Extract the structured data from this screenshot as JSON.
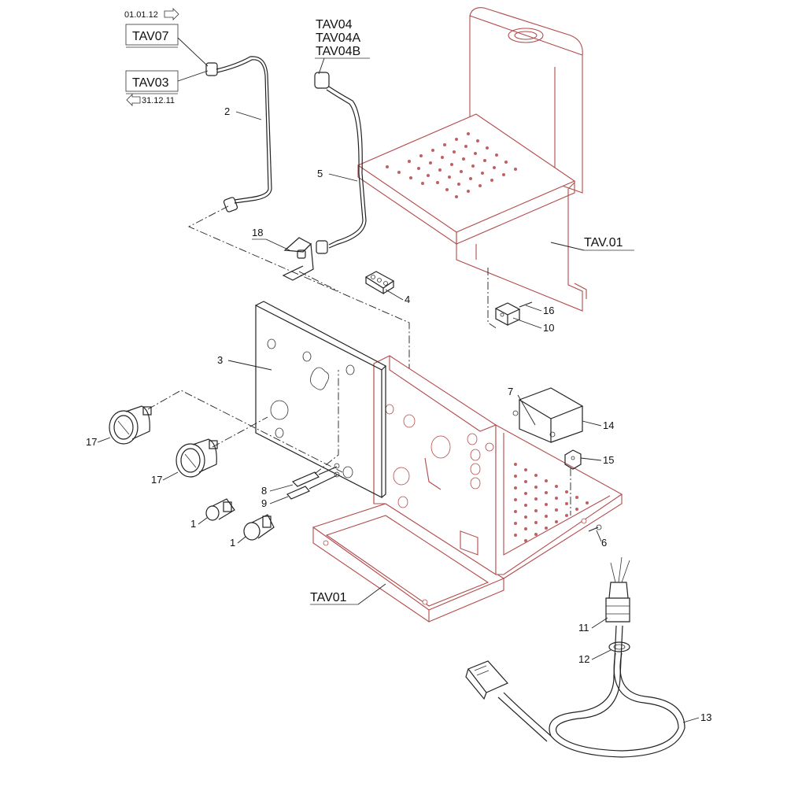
{
  "diagram": {
    "date_forward": "01.01.12",
    "date_back": "31.12.11",
    "boxed_codes": [
      "TAV07",
      "TAV03"
    ],
    "group_codes": [
      "TAV04",
      "TAV04A",
      "TAV04B"
    ],
    "assembly_labels": {
      "upper": "TAV.01",
      "lower": "TAV01"
    },
    "part_callouts": {
      "p1a": "1",
      "p1b": "1",
      "p2": "2",
      "p3": "3",
      "p4": "4",
      "p5": "5",
      "p6": "6",
      "p7": "7",
      "p8": "8",
      "p9": "9",
      "p10": "10",
      "p11": "11",
      "p12": "12",
      "p13": "13",
      "p14": "14",
      "p15": "15",
      "p16": "16",
      "p17a": "17",
      "p17b": "17",
      "p18": "18"
    },
    "colors": {
      "frame_red": "#b34a4a",
      "ink": "#222222"
    }
  }
}
